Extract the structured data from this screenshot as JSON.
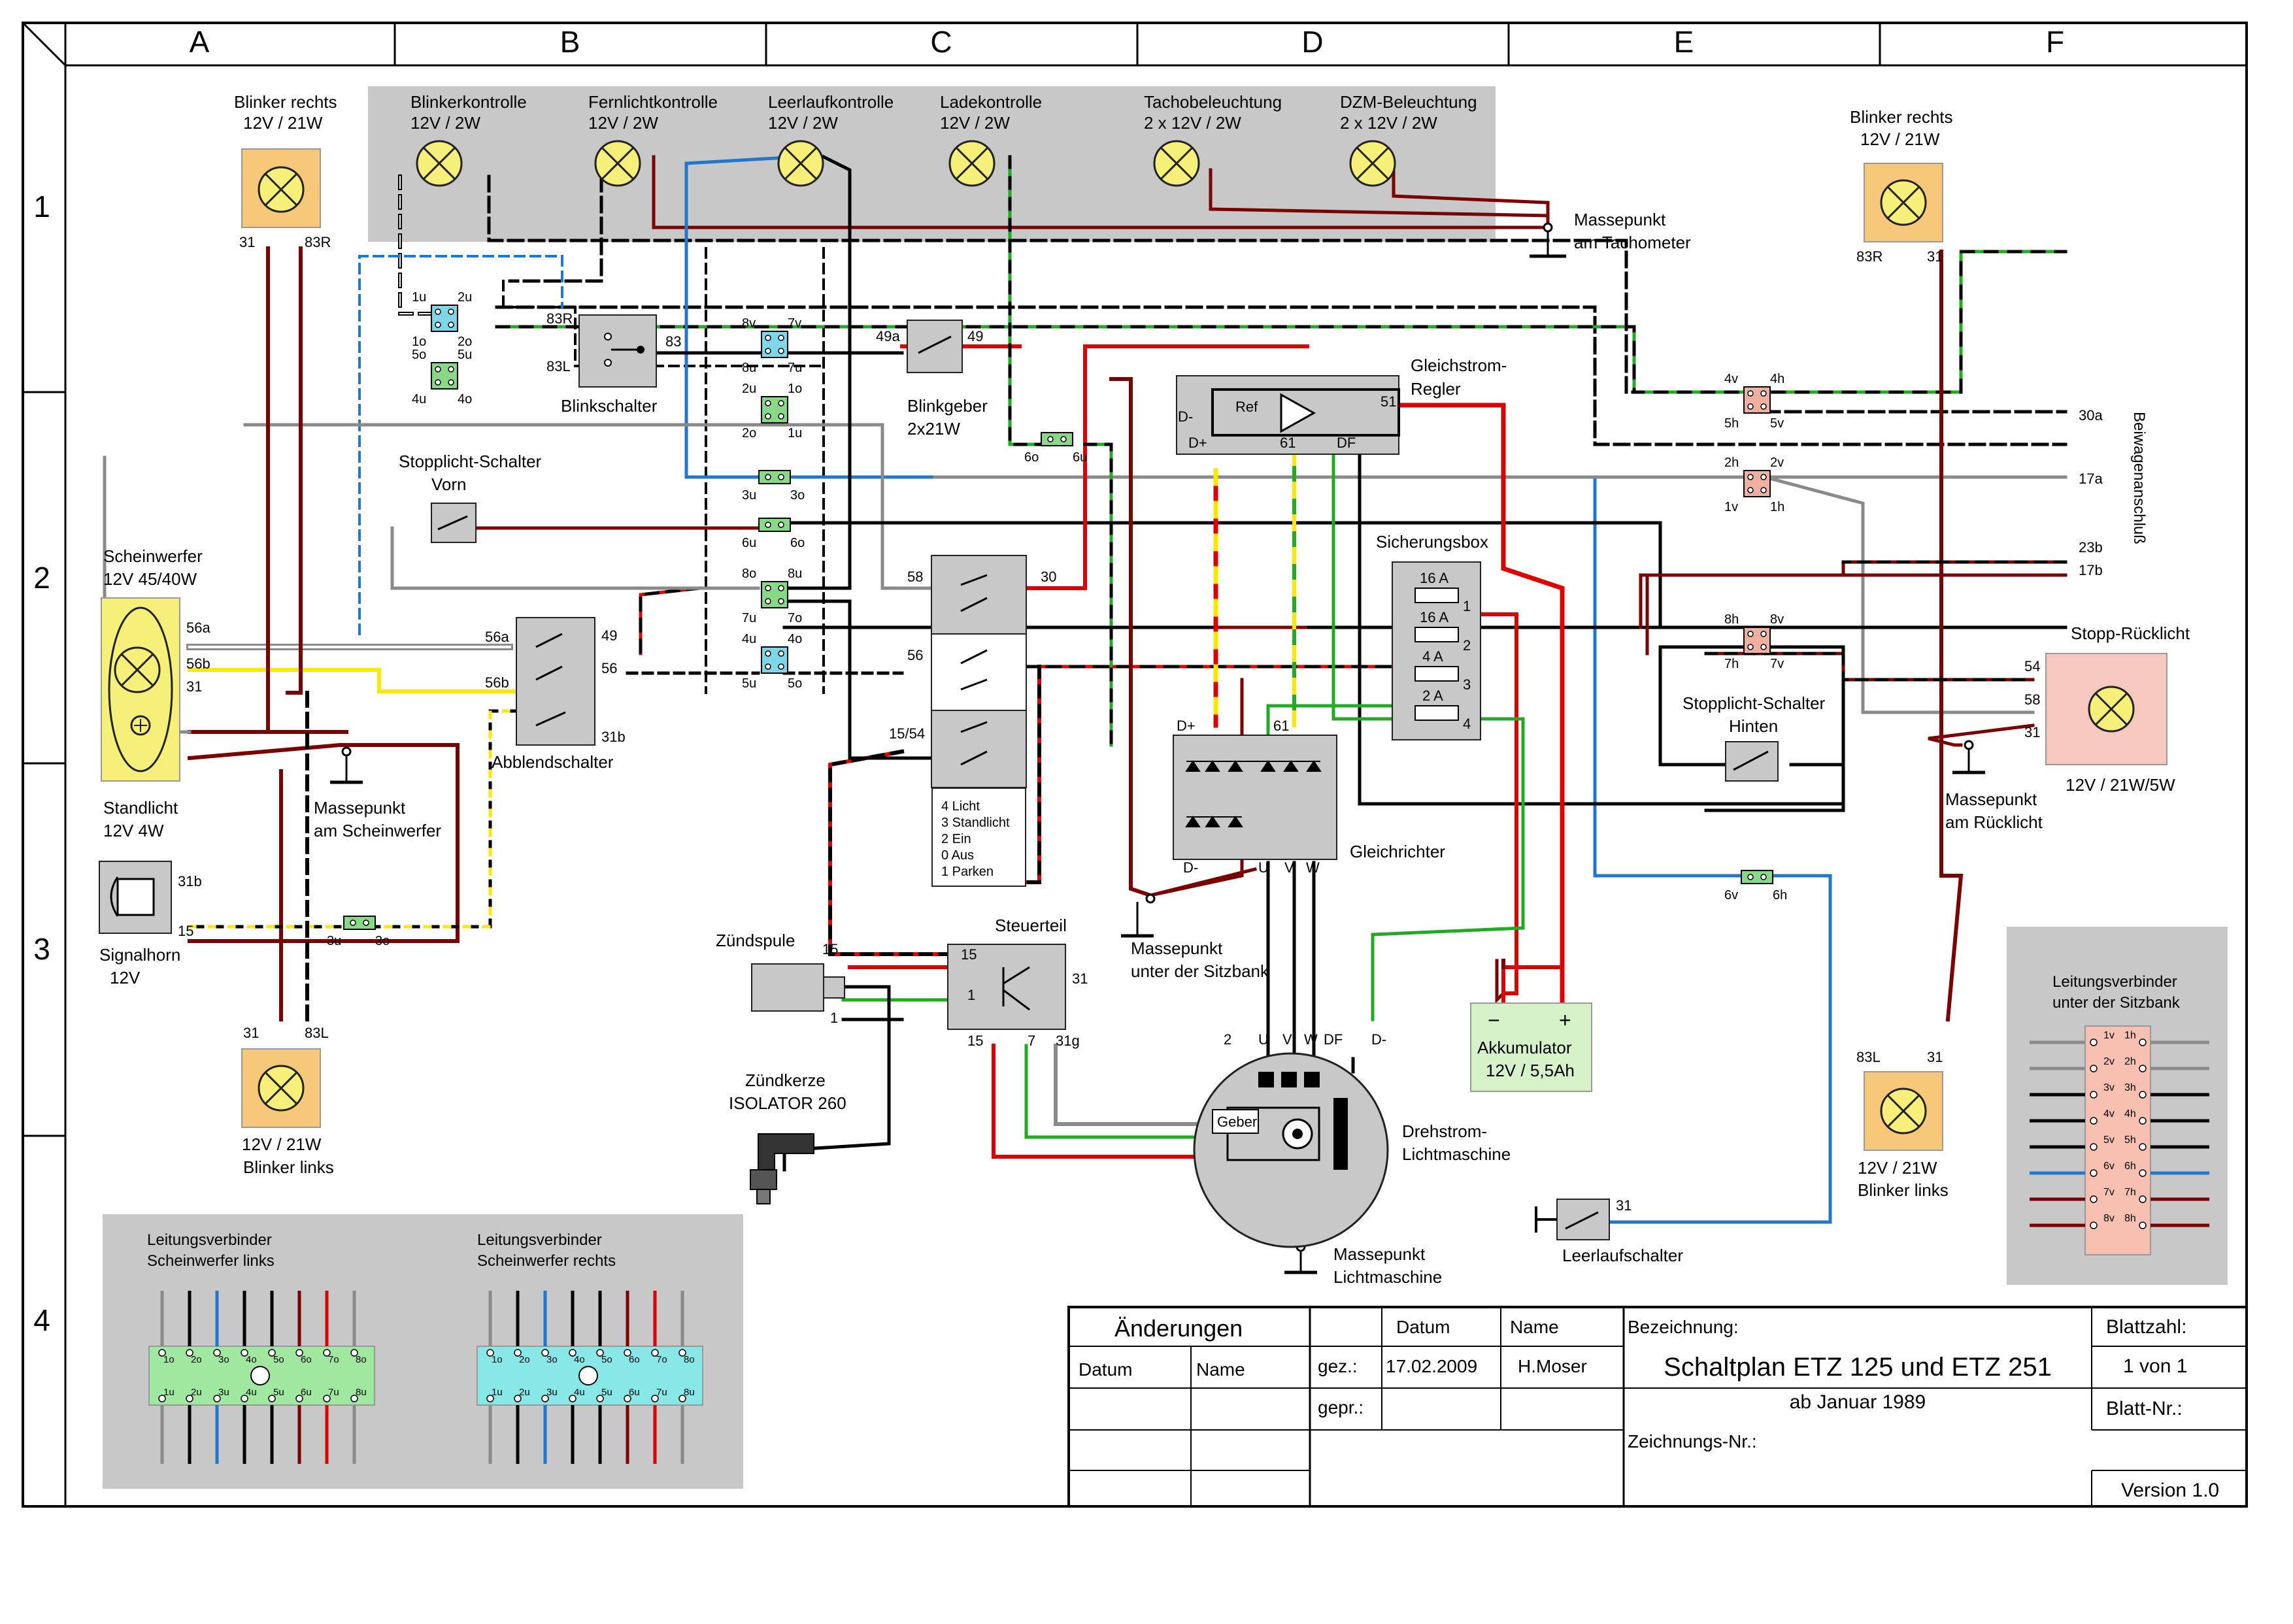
{
  "grid": {
    "columns": [
      "A",
      "B",
      "C",
      "D",
      "E",
      "F"
    ],
    "rows": [
      "1",
      "2",
      "3",
      "4"
    ]
  },
  "indicators": [
    {
      "label": "Blinkerkontrolle",
      "rating": "12V / 2W"
    },
    {
      "label": "Fernlichtkontrolle",
      "rating": "12V / 2W"
    },
    {
      "label": "Leerlaufkontrolle",
      "rating": "12V / 2W"
    },
    {
      "label": "Ladekontrolle",
      "rating": "12V / 2W"
    },
    {
      "label": "Tachobeleuchtung",
      "rating": "2 x 12V / 2W"
    },
    {
      "label": "DZM-Beleuchtung",
      "rating": "2 x 12V / 2W"
    }
  ],
  "components": {
    "blinker_right_front": {
      "label": "Blinker rechts",
      "rating": "12V / 21W",
      "pin_a": "31",
      "pin_b": "83R"
    },
    "blinker_right_rear": {
      "label": "Blinker rechts",
      "rating": "12V / 21W",
      "pin_a": "83R",
      "pin_b": "31"
    },
    "blinker_left_front": {
      "label": "Blinker links",
      "rating": "12V / 21W",
      "pin_a": "31",
      "pin_b": "83L"
    },
    "blinker_left_rear": {
      "label": "Blinker links",
      "rating": "12V / 21W",
      "pin_a": "83L",
      "pin_b": "31"
    },
    "ground_tacho": {
      "line1": "Massepunkt",
      "line2": "am Tachometer"
    },
    "ground_headlight": {
      "line1": "Massepunkt",
      "line2": "am Scheinwerfer"
    },
    "ground_seat": {
      "line1": "Massepunkt",
      "line2": "unter der Sitzbank"
    },
    "ground_rear": {
      "line1": "Massepunkt",
      "line2": "am Rücklicht"
    },
    "ground_alternator": {
      "line1": "Massepunkt",
      "line2": "Lichtmaschine"
    },
    "blinkschalter": {
      "label": "Blinkschalter",
      "pin_83r": "83R",
      "pin_83l": "83L",
      "pin_83": "83"
    },
    "blinkgeber": {
      "label": "Blinkgeber",
      "rating": "2x21W",
      "pin_a": "49a",
      "pin_b": "49"
    },
    "regler": {
      "line1": "Gleichstrom-",
      "line2": "Regler",
      "ref": "Ref",
      "pin_dminus": "D-",
      "pin_dplus": "D+",
      "pin_61": "61",
      "pin_df": "DF",
      "pin_51": "51"
    },
    "stopp_vorn": {
      "line1": "Stopplicht-Schalter",
      "line2": "Vorn"
    },
    "scheinwerfer": {
      "label": "Scheinwerfer",
      "rating": "12V 45/40W",
      "pin_56a": "56a",
      "pin_56b": "56b",
      "pin_31": "31"
    },
    "abblendschalter": {
      "label": "Abblendschalter",
      "pin_56a": "56a",
      "pin_56b": "56b",
      "pin_49": "49",
      "pin_56": "56",
      "pin_31b": "31b"
    },
    "zuendschloss": {
      "pin_58": "58",
      "pin_30": "30",
      "pin_56": "56",
      "pin_1554": "15/54",
      "pos4": "4 Licht",
      "pos3": "3 Standlicht",
      "pos2": "2 Ein",
      "pos0": "0 Aus",
      "pos1": "1 Parken"
    },
    "sicherungsbox": {
      "label": "Sicherungsbox",
      "f1": "16 A",
      "f2": "16 A",
      "f3": "4 A",
      "f4": "2 A",
      "n1": "1",
      "n2": "2",
      "n3": "3",
      "n4": "4"
    },
    "gleichrichter": {
      "label": "Gleichrichter",
      "pin_dplus": "D+",
      "pin_61": "61",
      "pin_dminus": "D-",
      "pin_u": "U",
      "pin_v": "V",
      "pin_w": "W"
    },
    "standlicht": {
      "label": "Standlicht",
      "rating": "12V 4W"
    },
    "signalhorn": {
      "label": "Signalhorn",
      "rating": "12V",
      "pin_31b": "31b",
      "pin_15": "15"
    },
    "zuendspule": {
      "label": "Zündspule",
      "pin_15": "15",
      "pin_1": "1"
    },
    "steuerteil": {
      "label": "Steuerteil",
      "pin_15a": "15",
      "pin_1": "1",
      "pin_31": "31",
      "pin_15b": "15",
      "pin_7": "7",
      "pin_31g": "31g"
    },
    "zuendkerze": {
      "line1": "Zündkerze",
      "line2": "ISOLATOR 260"
    },
    "akkumulator": {
      "label": "Akkumulator",
      "rating": "12V / 5,5Ah",
      "minus": "−",
      "plus": "+"
    },
    "lichtmaschine": {
      "line1": "Drehstrom-",
      "line2": "Lichtmaschine",
      "geber": "Geber",
      "pin_2": "2",
      "pin_u": "U",
      "pin_v": "V",
      "pin_w": "W",
      "pin_df": "DF",
      "pin_dminus": "D-"
    },
    "leerlaufschalter": {
      "label": "Leerlaufschalter",
      "pin": "31"
    },
    "stopp_hinten": {
      "line1": "Stopplicht-Schalter",
      "line2": "Hinten"
    },
    "stopp_ruecklicht": {
      "label": "Stopp-Rücklicht",
      "rating": "12V / 21W/5W",
      "pin_54": "54",
      "pin_58": "58",
      "pin_31": "31"
    }
  },
  "beiwagen": {
    "label": "Beiwagenanschluß",
    "terminals": [
      "30a",
      "17a",
      "23b",
      "17b"
    ]
  },
  "connectors": [
    {
      "a": "1u",
      "b": "2u",
      "c": "1o",
      "d": "2o",
      "color": "#7fd6e8"
    },
    {
      "a": "5o",
      "b": "5u",
      "c": "4u",
      "d": "4o",
      "color": "#88d888"
    },
    {
      "a": "8v",
      "b": "7v",
      "c": "8u",
      "d": "7u",
      "color": "#7fd6e8"
    },
    {
      "a": "2u",
      "b": "1o",
      "c": "2o",
      "d": "1u",
      "color": "#88d888"
    },
    {
      "a": "3u",
      "b": "3o"
    },
    {
      "a": "6u",
      "b": "6o"
    },
    {
      "a": "8o",
      "b": "8u",
      "c": "7u",
      "d": "7o",
      "color": "#88d888"
    },
    {
      "a": "4u",
      "b": "4o",
      "c": "5u",
      "d": "5o",
      "color": "#7fd6e8"
    },
    {
      "a": "6o",
      "b": "6u"
    },
    {
      "a": "3u",
      "b": "3o"
    },
    {
      "a": "4v",
      "b": "4h",
      "c": "5h",
      "d": "5v",
      "color": "#f0b0a0"
    },
    {
      "a": "2h",
      "b": "2v",
      "c": "1v",
      "d": "1h",
      "color": "#f0b0a0"
    },
    {
      "a": "8h",
      "b": "8v",
      "c": "7h",
      "d": "7v",
      "color": "#f0b0a0"
    },
    {
      "a": "6v",
      "b": "6h"
    }
  ],
  "connector_panels": {
    "seat": {
      "line1": "Leitungsverbinder",
      "line2": "unter der Sitzbank",
      "pins": [
        "1v",
        "1h",
        "2v",
        "2h",
        "3v",
        "3h",
        "4v",
        "4h",
        "5v",
        "5h",
        "6v",
        "6h",
        "7v",
        "7h",
        "8v",
        "8h"
      ]
    },
    "left": {
      "line1": "Leitungsverbinder",
      "line2": "Scheinwerfer links",
      "top": [
        "1o",
        "2o",
        "3o",
        "4o",
        "5o",
        "6o",
        "7o",
        "8o"
      ],
      "bottom": [
        "1u",
        "2u",
        "3u",
        "4u",
        "5u",
        "6u",
        "7u",
        "8u"
      ]
    },
    "right": {
      "line1": "Leitungsverbinder",
      "line2": "Scheinwerfer rechts",
      "top": [
        "1o",
        "2o",
        "3o",
        "4o",
        "5o",
        "6o",
        "7o",
        "8o"
      ],
      "bottom": [
        "1u",
        "2u",
        "3u",
        "4u",
        "5u",
        "6u",
        "7u",
        "8u"
      ]
    }
  },
  "title_block": {
    "changes": "Änderungen",
    "datum": "Datum",
    "name": "Name",
    "col_datum": "Datum",
    "col_name": "Name",
    "gez": "gez.:",
    "gez_date": "17.02.2009",
    "gez_name": "H.Moser",
    "gepr": "gepr.:",
    "bezeichnung": "Bezeichnung:",
    "title": "Schaltplan ETZ 125 und ETZ 251",
    "subtitle": "ab Januar 1989",
    "zeichnungs_nr": "Zeichnungs-Nr.:",
    "blattzahl": "Blattzahl:",
    "blattzahl_value": "1 von 1",
    "blatt_nr": "Blatt-Nr.:",
    "version": "Version 1.0"
  },
  "colors": {
    "gray_panel": "#c8c8c8",
    "lamp": "#f6f07a",
    "blinker": "#f7c77a",
    "headlight": "#f6f07a",
    "stop": "#f7c8c0",
    "battery": "#d6f2c8",
    "conn_green": "#88d888",
    "conn_cyan": "#7fd6e8",
    "conn_salmon": "#f0b0a0"
  }
}
